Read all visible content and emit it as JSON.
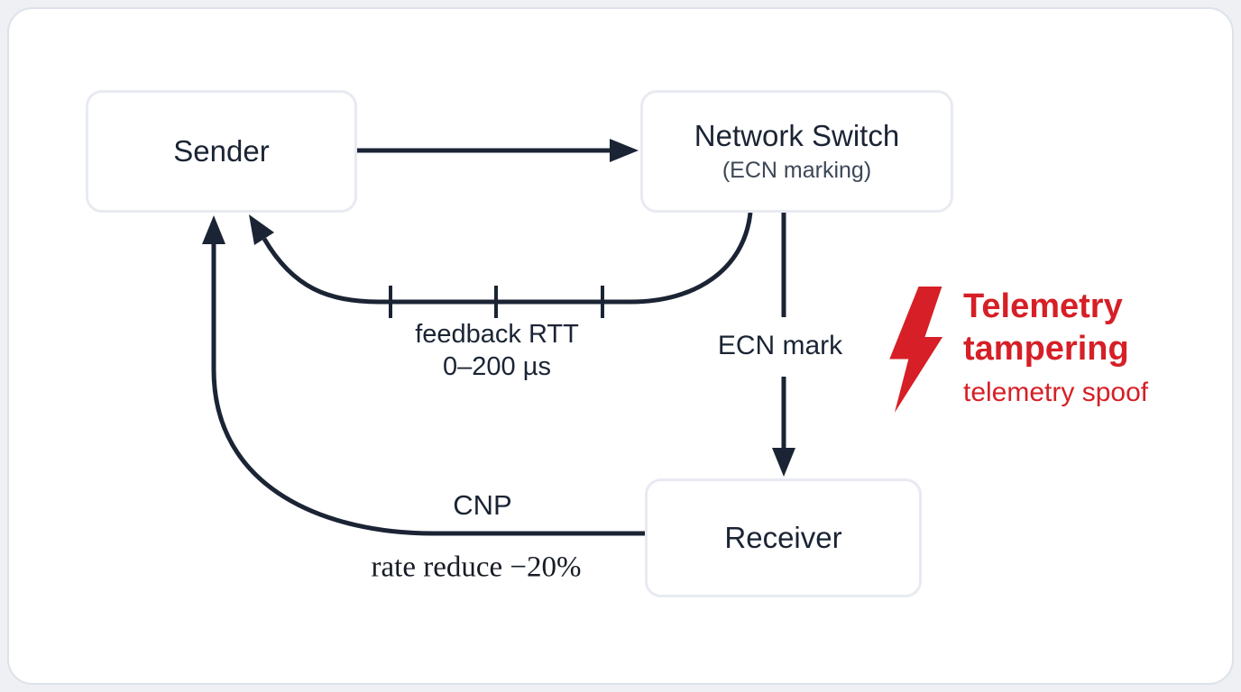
{
  "nodes": {
    "sender": {
      "label": "Sender"
    },
    "switch": {
      "label": "Network Switch",
      "sublabel": "(ECN marking)"
    },
    "receiver": {
      "label": "Receiver"
    }
  },
  "edges": {
    "ecn": {
      "label": "ECN mark"
    },
    "feedback": {
      "label": "feedback RTT",
      "sublabel": "0–200 µs"
    },
    "cnp": {
      "label": "CNP",
      "sublabel": "rate reduce −20%"
    }
  },
  "annotation": {
    "icon": "lightning-bolt-icon",
    "title_line1": "Telemetry",
    "title_line2": "tampering",
    "subtitle": "telemetry spoof"
  },
  "colors": {
    "ink": "#1b2434",
    "muted": "#3d4757",
    "alert": "#d61f26",
    "box-border": "#e7eaf1",
    "card-border": "#dde2ea",
    "card-bg": "#ffffff",
    "page-bg": "#eef0f3",
    "serif-ink": "#171c24"
  }
}
